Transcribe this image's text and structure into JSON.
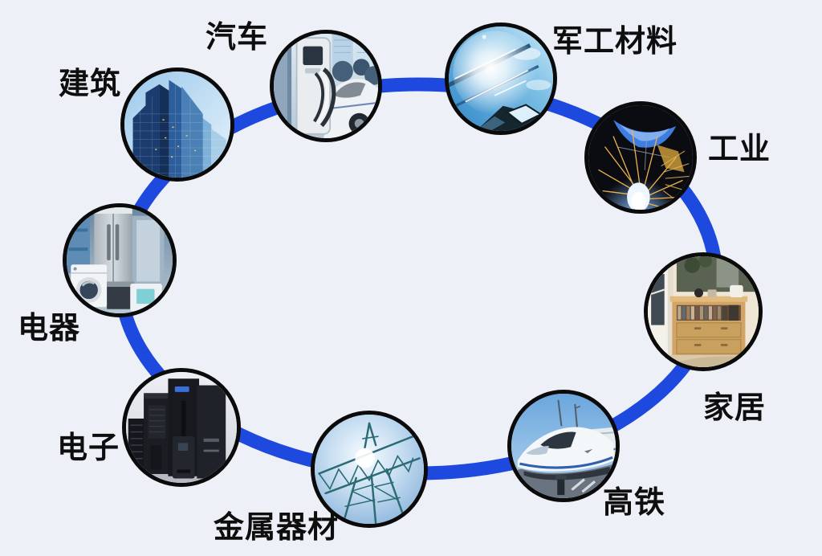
{
  "page": {
    "background_color": "#eef0f7",
    "description": "industry application ring diagram"
  },
  "ring": {
    "color": "#1d49df",
    "shape": "ellipse"
  },
  "circle_border_color": "#0b0b0b",
  "label_color": "#0e0e0e",
  "nodes": [
    {
      "id": "construction",
      "label": "建筑",
      "image": "glass-skyscrapers-photo"
    },
    {
      "id": "automotive",
      "label": "汽车",
      "image": "ev-charging-station-car-photo"
    },
    {
      "id": "military-materials",
      "label": "军工材料",
      "image": "aircraft-sun-glare-sky-photo"
    },
    {
      "id": "industry",
      "label": "工业",
      "image": "welding-sparks-photo"
    },
    {
      "id": "home-furnishing",
      "label": "家居",
      "image": "wooden-sideboard-interior-photo"
    },
    {
      "id": "high-speed-rail",
      "label": "高铁",
      "image": "bullet-train-photo"
    },
    {
      "id": "metal-equipment",
      "label": "金属器材",
      "image": "power-pylon-lattice-photo"
    },
    {
      "id": "electronics",
      "label": "电子",
      "image": "black-server-cabinets-photo"
    },
    {
      "id": "appliances",
      "label": "电器",
      "image": "home-appliances-photo"
    }
  ]
}
